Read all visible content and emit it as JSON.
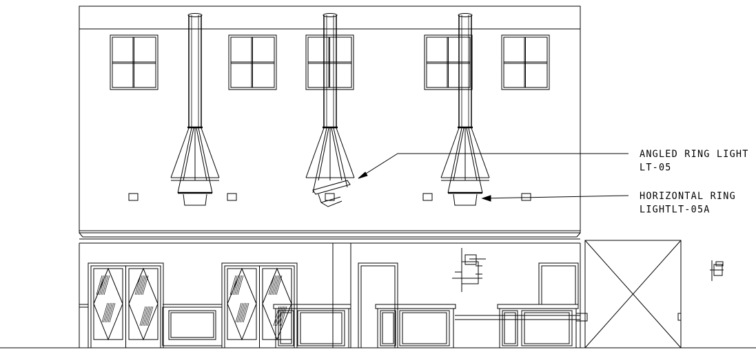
{
  "annotations": {
    "angled_ring": {
      "line1": "ANGLED RING LIGHT",
      "line2": "LT-05"
    },
    "horizontal_ring": {
      "line1": "HORIZONTAL RING",
      "line2": "LIGHTLT-05A"
    }
  }
}
